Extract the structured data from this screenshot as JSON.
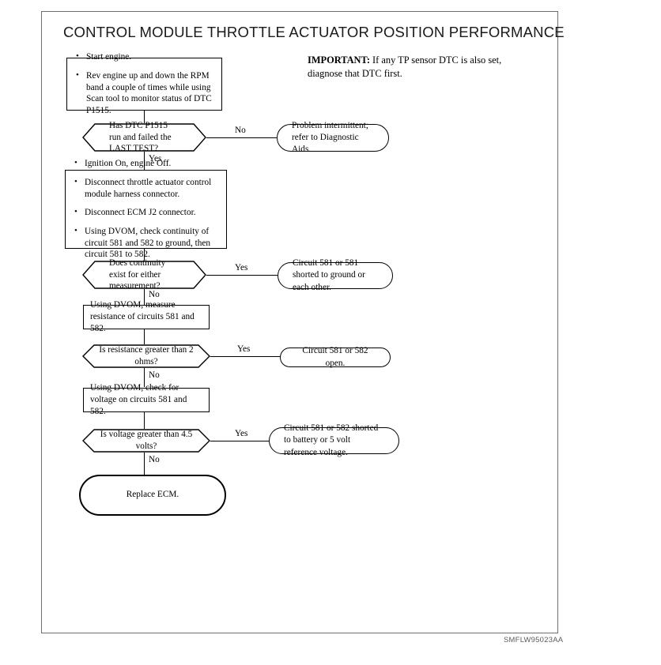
{
  "document": {
    "title": "CONTROL MODULE THROTTLE ACTUATOR POSITION PERFORMANCE",
    "code": "SMFLW95023AA",
    "note": {
      "lead": "IMPORTANT:",
      "text": " If any TP sensor DTC is also set, diagnose that DTC first."
    }
  },
  "flow": {
    "step1": {
      "type": "process",
      "bullets": [
        "Start engine.",
        "Rev engine up and down the RPM band a couple of times while using Scan tool to monitor status of DTC P1515."
      ]
    },
    "decision1": {
      "type": "decision",
      "text": "Has DTC P1515 run and failed the LAST TEST?",
      "yes_label": "Yes",
      "no_label": "No"
    },
    "result1": {
      "type": "terminal",
      "text": "Problem intermittent; refer to Diagnostic Aids."
    },
    "step2": {
      "type": "process",
      "bullets": [
        "Ignition On, engine Off.",
        "Disconnect throttle actuator control module harness connector.",
        "Disconnect ECM J2 connector.",
        "Using DVOM, check continuity of circuit 581 and 582 to ground, then circuit 581 to 582."
      ]
    },
    "decision2": {
      "type": "decision",
      "text": "Does continuity exist for either measurement?",
      "yes_label": "Yes",
      "no_label": "No"
    },
    "result2": {
      "type": "terminal",
      "text": "Circuit 581 or 581 shorted to ground or each other."
    },
    "step3": {
      "type": "process",
      "text": "Using DVOM, measure resistance of circuits 581 and 582."
    },
    "decision3": {
      "type": "decision",
      "text": "Is resistance greater than 2 ohms?",
      "yes_label": "Yes",
      "no_label": "No"
    },
    "result3": {
      "type": "terminal",
      "text": "Circuit 581 or 582 open."
    },
    "step4": {
      "type": "process",
      "text": "Using DVOM, check for voltage on circuits 581 and 582."
    },
    "decision4": {
      "type": "decision",
      "text": "Is voltage greater than 4.5 volts?",
      "yes_label": "Yes",
      "no_label": "No"
    },
    "result4": {
      "type": "terminal",
      "text": "Circuit 581 or 582 shorted to battery or 5 volt reference voltage."
    },
    "final": {
      "type": "terminal",
      "text": "Replace ECM."
    }
  }
}
